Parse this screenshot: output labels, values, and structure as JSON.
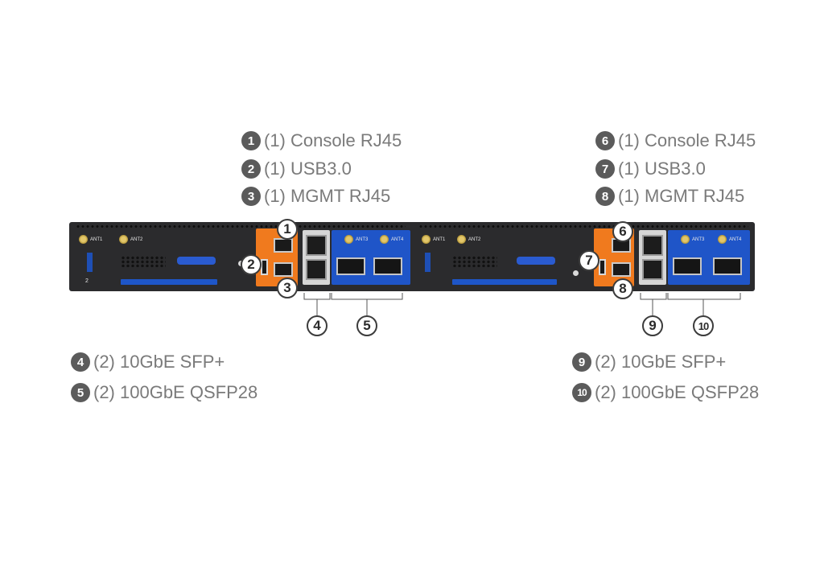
{
  "legend_top_left": [
    {
      "num": "1",
      "text": "(1) Console RJ45"
    },
    {
      "num": "2",
      "text": "(1) USB3.0"
    },
    {
      "num": "3",
      "text": "(1) MGMT RJ45"
    }
  ],
  "legend_top_right": [
    {
      "num": "6",
      "text": "(1) Console RJ45"
    },
    {
      "num": "7",
      "text": "(1) USB3.0"
    },
    {
      "num": "8",
      "text": "(1) MGMT RJ45"
    }
  ],
  "legend_bottom_left": [
    {
      "num": "4",
      "text": "(2) 10GbE SFP+"
    },
    {
      "num": "5",
      "text": "(2) 100GbE QSFP28"
    }
  ],
  "legend_bottom_right": [
    {
      "num": "9",
      "text": "(2) 10GbE SFP+"
    },
    {
      "num": "10",
      "text": "(2) 100GbE QSFP28"
    }
  ],
  "callouts": {
    "c1": "1",
    "c2": "2",
    "c3": "3",
    "c4": "4",
    "c5": "5",
    "c6": "6",
    "c7": "7",
    "c8": "8",
    "c9": "9",
    "c10": "10"
  },
  "panel_labels": {
    "ant1": "ANT1",
    "ant2": "ANT2",
    "ant3": "ANT3",
    "ant4": "ANT4",
    "led_idx": "2"
  },
  "colors": {
    "chassis": "#2b2b2d",
    "console_panel": "#f07a1e",
    "port_panel": "#1f55c8",
    "legend_text": "#7a7a7a"
  }
}
